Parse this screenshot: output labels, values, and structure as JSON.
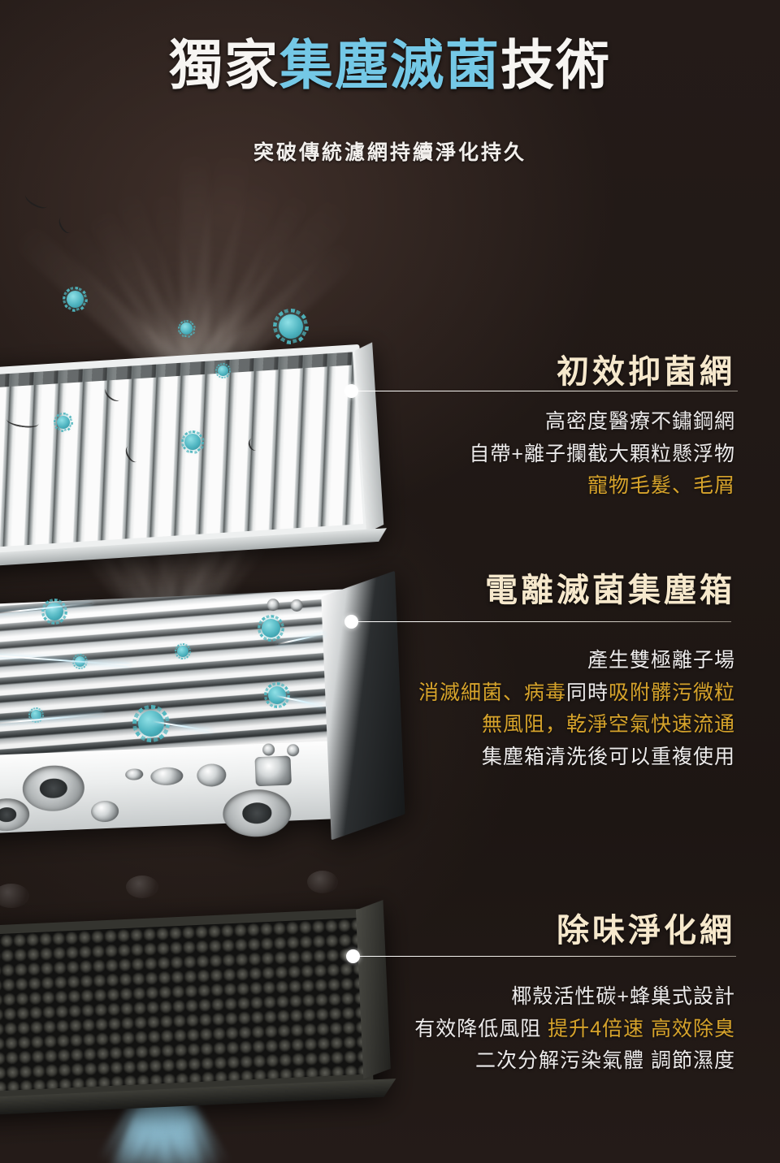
{
  "meta": {
    "background_color": "#211916",
    "accent_blue": "#74c8e6",
    "heading_cream": "#f6e8cc",
    "gold": "#d6a32b",
    "body_white": "#eceaea",
    "germ_teal": "#4fb4c0"
  },
  "header": {
    "title_prefix": "獨家",
    "title_accent": "集塵滅菌",
    "title_suffix": "技術",
    "subtitle": "突破傳統濾網持續淨化持久"
  },
  "sections": [
    {
      "id": "pre-filter",
      "title": "初效抑菌網",
      "lines": [
        {
          "parts": [
            {
              "text": "高密度醫療不鏽鋼網",
              "color": "white"
            }
          ]
        },
        {
          "parts": [
            {
              "text": "自帶+離子攔截大顆粒懸浮物",
              "color": "white"
            }
          ]
        },
        {
          "parts": [
            {
              "text": "寵物毛髮、毛屑",
              "color": "gold"
            }
          ]
        }
      ]
    },
    {
      "id": "ionizer-dust-box",
      "title": "電離滅菌集塵箱",
      "lines": [
        {
          "parts": [
            {
              "text": "產生雙極離子場",
              "color": "white"
            }
          ]
        },
        {
          "parts": [
            {
              "text": "消滅細菌、病毒",
              "color": "gold"
            },
            {
              "text": "同時",
              "color": "white"
            },
            {
              "text": "吸附髒污微粒",
              "color": "gold"
            }
          ]
        },
        {
          "parts": [
            {
              "text": "無風阻，乾淨空氣快速流通",
              "color": "gold"
            }
          ]
        },
        {
          "parts": [
            {
              "text": "集塵箱清洗後可以重複使用",
              "color": "white"
            }
          ]
        }
      ]
    },
    {
      "id": "deodorizing-filter",
      "title": "除味淨化網",
      "lines": [
        {
          "parts": [
            {
              "text": "椰殼活性碳+蜂巢式設計",
              "color": "white"
            }
          ]
        },
        {
          "parts": [
            {
              "text": "有效降低風阻 ",
              "color": "white"
            },
            {
              "text": "提升4倍速 高效除臭",
              "color": "gold"
            }
          ]
        },
        {
          "parts": [
            {
              "text": "二次分解污染氣體 調節濕度",
              "color": "white"
            }
          ]
        }
      ]
    }
  ],
  "graphics": {
    "filter_image_label": "pleated-stainless-mesh-filter",
    "ionizer_image_label": "metal-ionizer-dust-collection-box",
    "carbon_image_label": "honeycomb-activated-carbon-filter",
    "germ_label": "virus-particle",
    "hair_label": "pet-hair-strand",
    "arc_label": "electric-arc",
    "ray_label": "light-ray-fan"
  }
}
